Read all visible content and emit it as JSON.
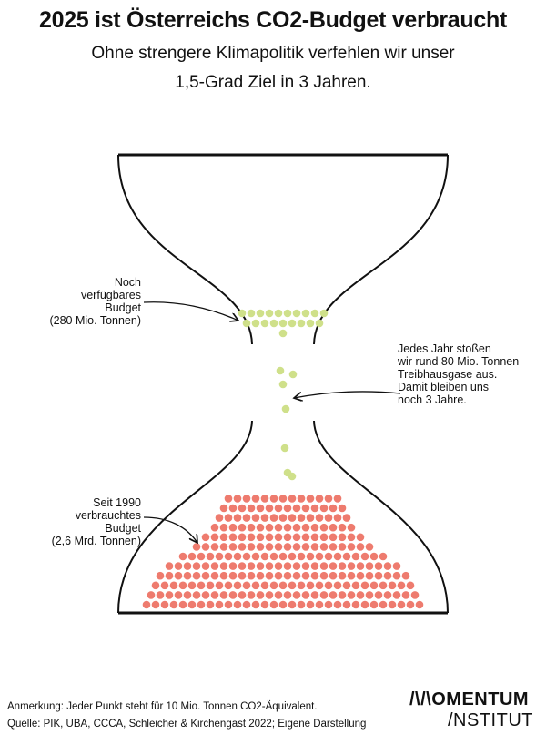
{
  "title": "2025 ist Österreichs CO2-Budget verbraucht",
  "subtitle_line1": "Ohne strengere Klimapolitik verfehlen wir unser",
  "subtitle_line2": "1,5-Grad Ziel in 3 Jahren.",
  "annotations": {
    "remaining": [
      "Noch",
      "verfügbares",
      "Budget",
      "(280 Mio. Tonnen)"
    ],
    "yearly": [
      "Jedes Jahr stoßen",
      "wir rund 80 Mio. Tonnen",
      "Treibhausgase aus.",
      "Damit bleiben uns",
      "noch 3 Jahre."
    ],
    "used": [
      "Seit 1990",
      "verbrauchtes",
      "Budget",
      "(2,6 Mrd. Tonnen)"
    ]
  },
  "footer": {
    "note": "Anmerkung: Jeder Punkt steht für 10 Mio. Tonnen CO2-Äquivalent.",
    "source": "Quelle: PIK, UBA, CCCA, Schleicher & Kirchengast 2022; Eigene Darstellung",
    "logo_line1": "/\\/\\OMENTUM",
    "logo_line2": "/NSTITUT"
  },
  "colors": {
    "remaining": "#cfe08a",
    "used": "#ee7b6e",
    "line": "#111111"
  },
  "chart_data": {
    "type": "pictogram",
    "unit": "1 dot = 10 Mio. Tonnen CO2-Äquivalent",
    "remaining_rows": [
      10,
      9,
      1
    ],
    "falling_dots": 7,
    "used_rows": [
      13,
      14,
      15,
      16,
      18,
      20,
      23,
      26,
      28,
      29,
      30,
      31
    ],
    "remaining_total_mt": 280,
    "used_total_mt": 2600,
    "annual_emissions_mt": 80,
    "years_left": 3
  }
}
